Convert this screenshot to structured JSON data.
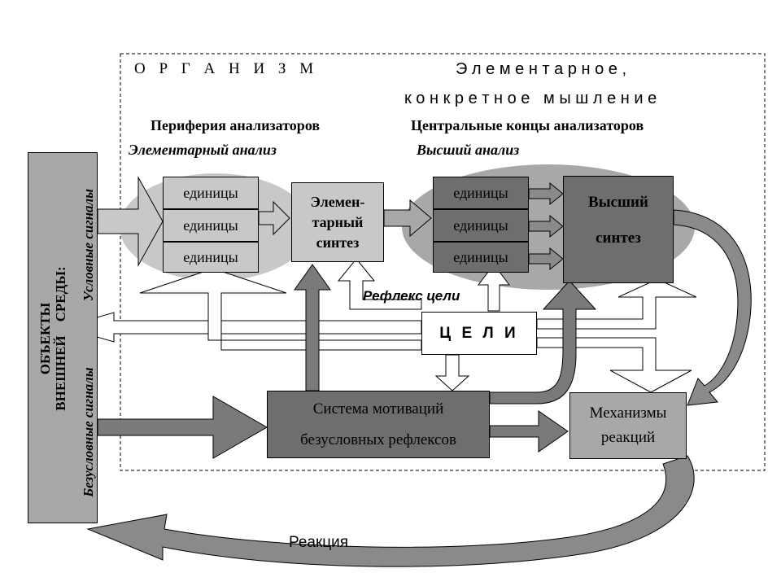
{
  "organism": {
    "title": "О Р Г А Н И З М",
    "thinking_line1": "Э л е м е н т а р н о е ,",
    "thinking_line2": "к о н к р е т н о е   м ы ш л е н и е"
  },
  "periphery": {
    "heading": "Периферия анализаторов",
    "subheading": "Элементарный анализ",
    "units": [
      "единицы",
      "единицы",
      "единицы"
    ]
  },
  "central": {
    "heading": "Центральные концы анализаторов",
    "subheading": "Высший анализ",
    "units": [
      "единицы",
      "единицы",
      "единицы"
    ]
  },
  "elementary_synthesis": {
    "line1": "Элемен-",
    "line2": "тарный",
    "line3": "синтез"
  },
  "higher_synthesis": {
    "line1": "Высший",
    "line2": "синтез"
  },
  "goal_reflex": "Рефлекс цели",
  "goals": "Ц Е Л И",
  "motivation": {
    "line1": "Система мотиваций",
    "line2": "безусловных рефлексов"
  },
  "reactions": {
    "line1": "Механизмы",
    "line2": "реакций"
  },
  "environment": {
    "line1": "ОБЪЕКТЫ",
    "line2": "ВНЕШНЕЙ    СРЕДЫ:",
    "conditioned": "Условные сигналы",
    "unconditioned": "Безусловные сигналы"
  },
  "reaction_label": "Реакция",
  "colors": {
    "light_gray": "#c8c8c8",
    "mid_gray": "#a8a8a8",
    "dark_gray": "#6e6e6e",
    "arrow_dark": "#7a7a7a",
    "outline": "#000000"
  }
}
